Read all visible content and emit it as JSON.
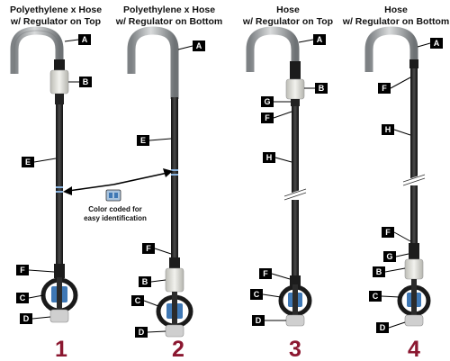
{
  "panels": [
    {
      "title_line1": "Polyethylene x Hose",
      "title_line2": "w/ Regulator on Top",
      "number": "1"
    },
    {
      "title_line1": "Polyethylene x Hose",
      "title_line2": "w/ Regulator on Bottom",
      "number": "2"
    },
    {
      "title_line1": "Hose",
      "title_line2": "w/ Regulator on Top",
      "number": "3"
    },
    {
      "title_line1": "Hose",
      "title_line2": "w/ Regulator on Bottom",
      "number": "4"
    }
  ],
  "labels": {
    "p1": [
      "A",
      "B",
      "E",
      "F",
      "C",
      "D"
    ],
    "p2": [
      "A",
      "E",
      "F",
      "B",
      "C",
      "D"
    ],
    "p3": [
      "A",
      "B",
      "G",
      "F",
      "H",
      "F",
      "C",
      "D"
    ],
    "p4": [
      "A",
      "F",
      "H",
      "F",
      "G",
      "B",
      "C",
      "D"
    ]
  },
  "annotation": {
    "line1": "Color coded for",
    "line2": "easy identification"
  },
  "colors": {
    "number": "#8b1730",
    "riser": "#2a2a2a",
    "pipe_metal": "#a9acae",
    "regulator": "#dcdcd6",
    "nozzle": "#3f78b5"
  }
}
